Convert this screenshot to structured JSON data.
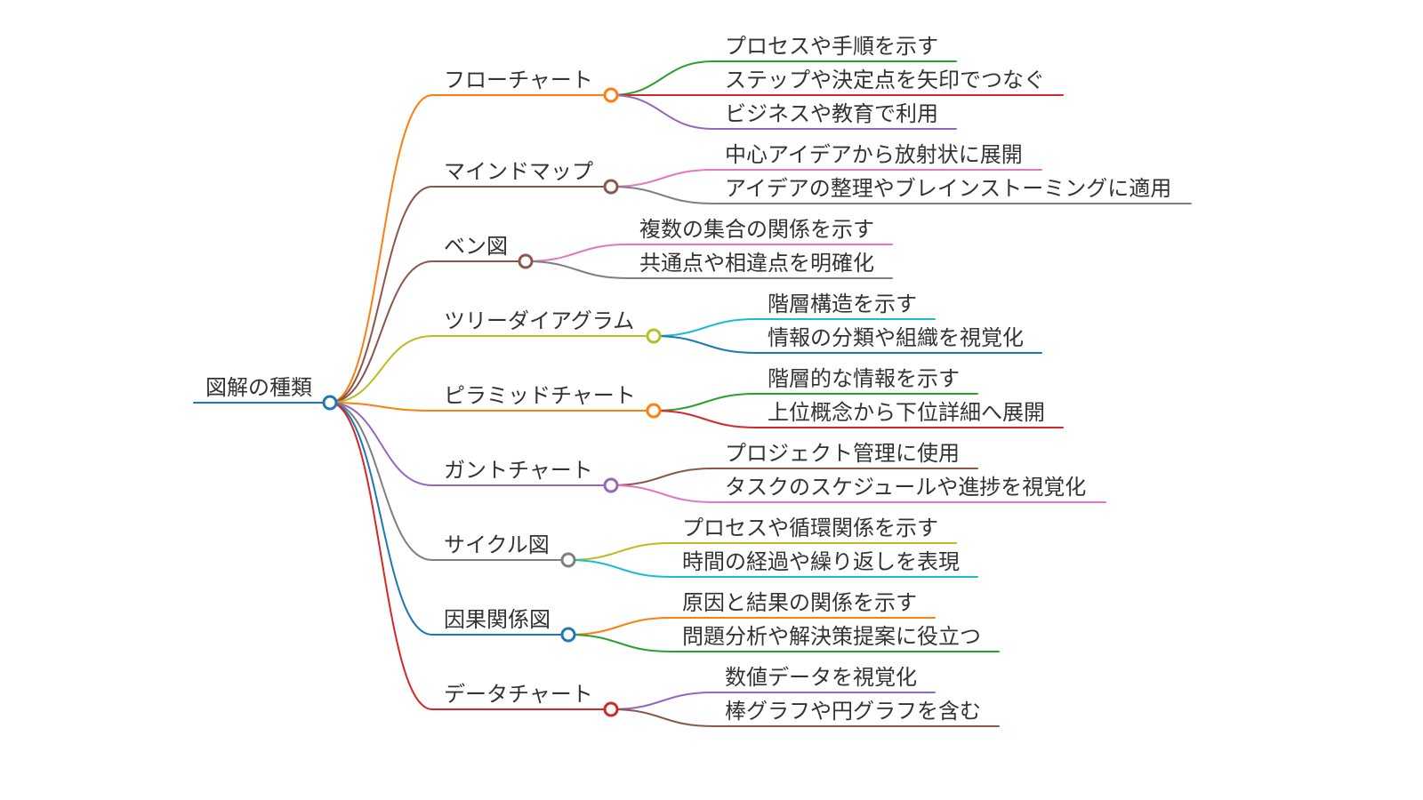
{
  "page": {
    "background": "#ffffff",
    "text_color": "#333333",
    "diagram_type": "mindmap"
  },
  "root": {
    "label": "図解の種類",
    "color": "#1f77b4"
  },
  "branches": [
    {
      "label": "フローチャート",
      "color": "#ff7f0e",
      "children": [
        {
          "label": "プロセスや手順を示す",
          "color": "#2ca02c"
        },
        {
          "label": "ステップや決定点を矢印でつなぐ",
          "color": "#d62728"
        },
        {
          "label": "ビジネスや教育で利用",
          "color": "#9467bd"
        }
      ]
    },
    {
      "label": "マインドマップ",
      "color": "#8c564b",
      "children": [
        {
          "label": "中心アイデアから放射状に展開",
          "color": "#e377c2"
        },
        {
          "label": "アイデアの整理やブレインストーミングに適用",
          "color": "#7f7f7f"
        }
      ]
    },
    {
      "label": "ベン図",
      "color": "#8c564b",
      "children": [
        {
          "label": "複数の集合の関係を示す",
          "color": "#e377c2"
        },
        {
          "label": "共通点や相違点を明確化",
          "color": "#7f7f7f"
        }
      ]
    },
    {
      "label": "ツリーダイアグラム",
      "color": "#bcbd22",
      "children": [
        {
          "label": "階層構造を示す",
          "color": "#17becf"
        },
        {
          "label": "情報の分類や組織を視覚化",
          "color": "#1f77b4"
        }
      ]
    },
    {
      "label": "ピラミッドチャート",
      "color": "#ff7f0e",
      "children": [
        {
          "label": "階層的な情報を示す",
          "color": "#2ca02c"
        },
        {
          "label": "上位概念から下位詳細へ展開",
          "color": "#d62728"
        }
      ]
    },
    {
      "label": "ガントチャート",
      "color": "#9467bd",
      "children": [
        {
          "label": "プロジェクト管理に使用",
          "color": "#8c564b"
        },
        {
          "label": "タスクのスケジュールや進捗を視覚化",
          "color": "#e377c2"
        }
      ]
    },
    {
      "label": "サイクル図",
      "color": "#7f7f7f",
      "children": [
        {
          "label": "プロセスや循環関係を示す",
          "color": "#bcbd22"
        },
        {
          "label": "時間の経過や繰り返しを表現",
          "color": "#17becf"
        }
      ]
    },
    {
      "label": "因果関係図",
      "color": "#1f77b4",
      "children": [
        {
          "label": "原因と結果の関係を示す",
          "color": "#ff7f0e"
        },
        {
          "label": "問題分析や解決策提案に役立つ",
          "color": "#2ca02c"
        }
      ]
    },
    {
      "label": "データチャート",
      "color": "#d62728",
      "children": [
        {
          "label": "数値データを視覚化",
          "color": "#9467bd"
        },
        {
          "label": "棒グラフや円グラフを含む",
          "color": "#8c564b"
        }
      ]
    }
  ]
}
